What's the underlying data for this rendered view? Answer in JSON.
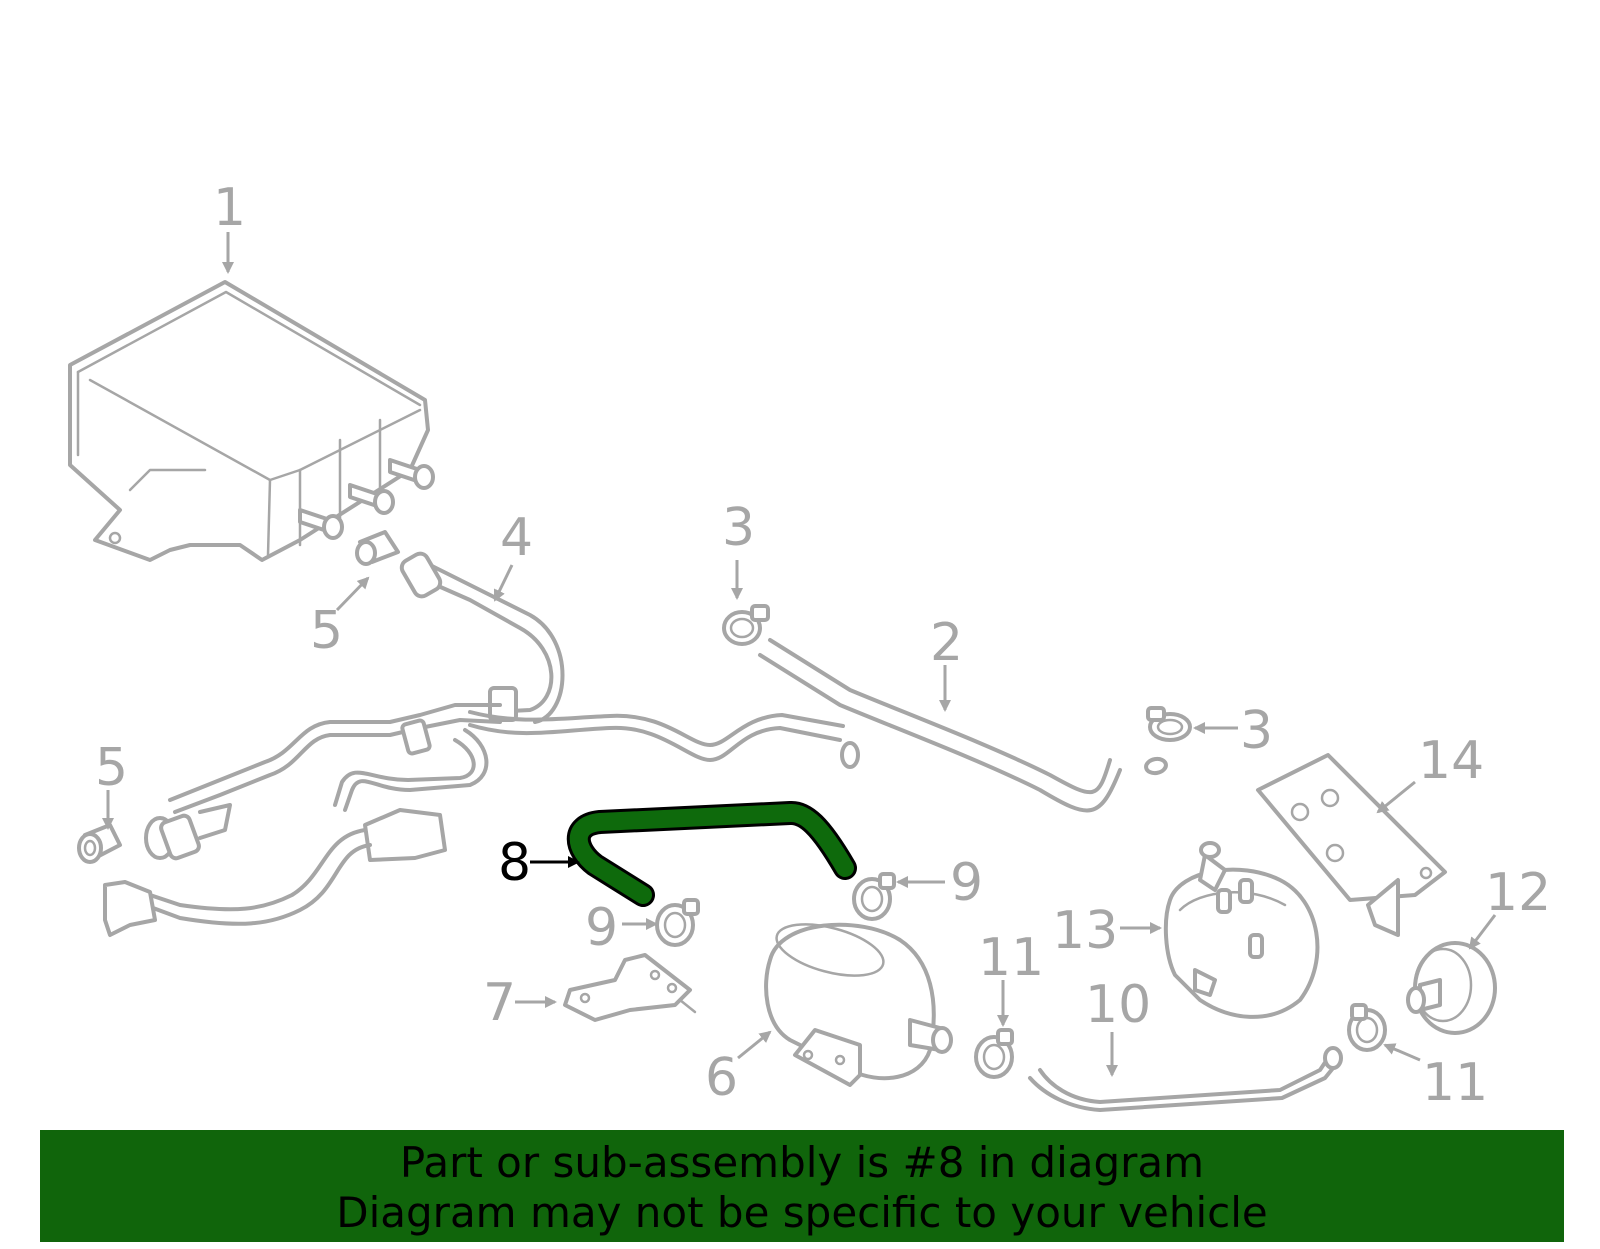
{
  "diagram": {
    "callouts": [
      "1",
      "2",
      "3",
      "3",
      "4",
      "5",
      "5",
      "6",
      "7",
      "8",
      "9",
      "9",
      "10",
      "11",
      "11",
      "12",
      "13",
      "14"
    ],
    "highlighted_part": "8",
    "colors": {
      "line": "#a6a6a6",
      "highlight": "#0e6a0c",
      "banner": "#10650b",
      "text_active": "#000000"
    }
  },
  "banner": {
    "line1": "Part or sub-assembly is #8 in diagram",
    "line2": "Diagram may not be specific to your vehicle"
  }
}
